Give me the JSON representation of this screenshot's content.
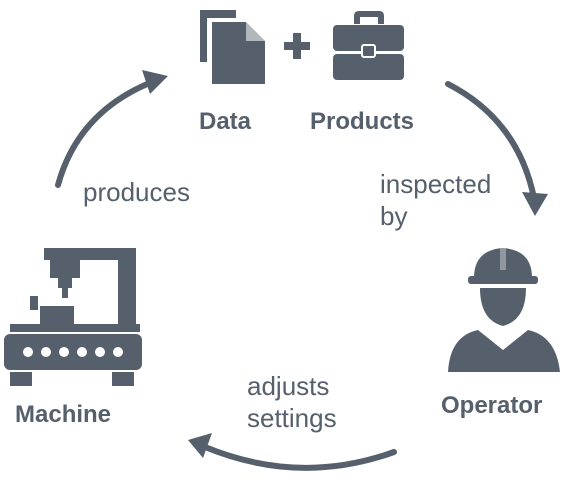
{
  "colors": {
    "primary": "#56606c",
    "background": "#ffffff"
  },
  "nodes": {
    "data": {
      "label": "Data",
      "icon": "document-icon"
    },
    "plus": {
      "symbol": "+"
    },
    "products": {
      "label": "Products",
      "icon": "briefcase-icon"
    },
    "operator": {
      "label": "Operator",
      "icon": "worker-hardhat-icon"
    },
    "machine": {
      "label": "Machine",
      "icon": "industrial-machine-icon"
    }
  },
  "edges": {
    "produces": {
      "label": "produces"
    },
    "inspected_by": {
      "line1": "inspected",
      "line2": "by"
    },
    "adjusts_settings": {
      "line1": "adjusts",
      "line2": "settings"
    }
  }
}
